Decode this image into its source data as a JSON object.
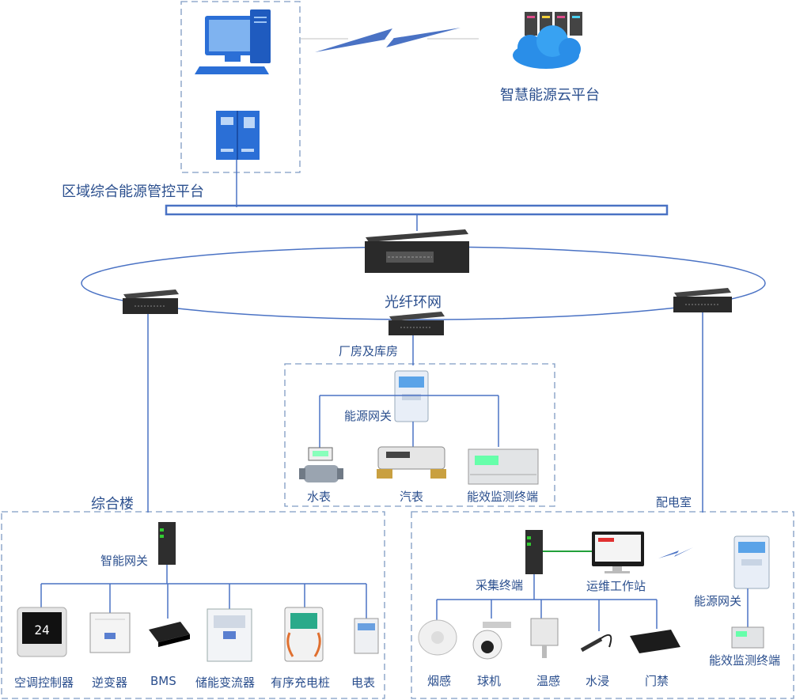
{
  "labels": {
    "cloud_platform": "智慧能源云平台",
    "regional_platform": "区域综合能源管控平台",
    "fiber_ring": "光纤环网",
    "factory_warehouse": "厂房及库房",
    "energy_gateway_center": "能源网关",
    "water_meter": "水表",
    "steam_meter": "汽表",
    "efficiency_terminal_center": "能效监测终端",
    "complex_building": "综合楼",
    "smart_gateway": "智能网关",
    "ac_controller": "空调控制器",
    "inverter": "逆变器",
    "bms": "BMS",
    "energy_storage_converter": "储能变流器",
    "ordered_charging_pile": "有序充电桩",
    "electric_meter": "电表",
    "distribution_room": "配电室",
    "collection_terminal": "采集终端",
    "ops_workstation": "运维工作站",
    "energy_gateway_right": "能源网关",
    "efficiency_terminal_right": "能效监测终端",
    "smoke_sensor": "烟感",
    "dome_camera": "球机",
    "temp_sensor": "温感",
    "water_leak": "水浸",
    "access_control": "门禁"
  },
  "colors": {
    "line": "#4a72c4",
    "dashed_border": "#7f9cc4",
    "text": "#2b4f8e",
    "computer_blue": "#2b6fd6",
    "green_link": "#22a03a"
  }
}
